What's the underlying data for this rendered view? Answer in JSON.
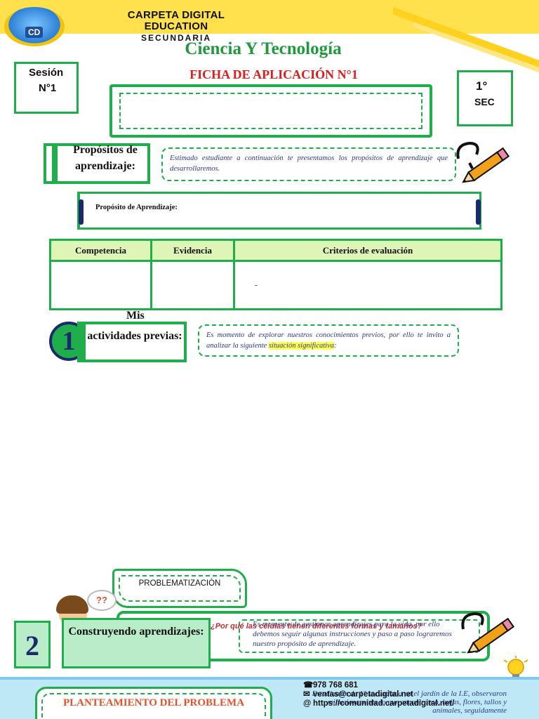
{
  "header": {
    "brand_line1": "CARPETA DIGITAL EDUCATION",
    "brand_line2": "SECUNDARIA",
    "logo_text": "CD"
  },
  "subject": "Ciencia Y Tecnología",
  "ficha_title": "FICHA DE APLICACIÓN N°1",
  "sesion": {
    "label": "Sesión",
    "number": "N°1"
  },
  "grado": {
    "level": "1°",
    "label": "SEC"
  },
  "propositos": {
    "label": "Propósitos de aprendizaje:",
    "note": "Estimado estudiante a continuación te presentamos los propósitos de aprendizaje que desarrollaremos.",
    "box_label": "Propósito de Aprendizaje:"
  },
  "table": {
    "headers": [
      "Competencia",
      "Evidencia",
      "Criterios de evaluación"
    ],
    "row": [
      "",
      "",
      "-"
    ]
  },
  "section1": {
    "number": "1",
    "label_top": "Mis",
    "label": "actividades previas:",
    "note_before": "Es momento de explorar nuestros conocimientos previos, por ello te invito a analizar la siguiente ",
    "note_highlight": "situación significativa",
    "note_after": ":"
  },
  "problematizacion": "PROBLEMATIZACIÓN",
  "thought": "??",
  "section2": {
    "number": "2",
    "label": "Construyendo aprendizajes:",
    "question": "¿Por qué las células tienen diferentes formas y tamaños?",
    "note": "Es momento de gestionar aprendizajes para la vida, por ello debemos seguir algunas instrucciones y paso a paso lograremos nuestro propósito de aprendizaje."
  },
  "footer": {
    "phone": "978 768 681",
    "email": "ventas@carpetadigital.net",
    "web": "https://comunidad.carpetadigital.net/",
    "bg_text": "Estudiantes de 1° secundaria en el jardín de la I.E, observaron minuciosamente lo que encontraron, hojas, flores, tallos y animales, seguidamente"
  },
  "planteamiento": "PLANTEAMIENTO DEL PROBLEMA",
  "colors": {
    "green": "#1fae4b",
    "red": "#e01b1b",
    "navy": "#1a2a6c",
    "yellow": "#ffe04d"
  }
}
